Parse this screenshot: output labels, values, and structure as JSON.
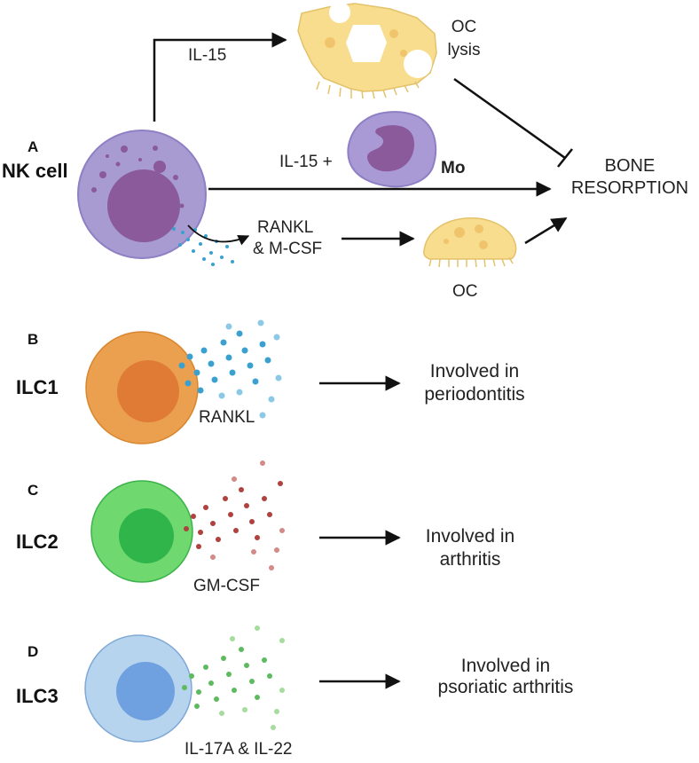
{
  "panels": {
    "A": {
      "letter": "A",
      "cell": "NK cell",
      "cytokine_top": "IL-15",
      "oc_lysis_line1": "OC",
      "oc_lysis_line2": "lysis",
      "il15_plus": "IL-15 +",
      "mo": "Mo",
      "bone_line1": "BONE",
      "bone_line2": "RESORPTION",
      "rankl_line1": "RANKL",
      "rankl_line2": "& M-CSF",
      "oc": "OC"
    },
    "B": {
      "letter": "B",
      "cell": "ILC1",
      "cytokine": "RANKL",
      "outcome_line1": "Involved in",
      "outcome_line2": "periodontitis"
    },
    "C": {
      "letter": "C",
      "cell": "ILC2",
      "cytokine": "GM-CSF",
      "outcome_line1": "Involved in",
      "outcome_line2": "arthritis"
    },
    "D": {
      "letter": "D",
      "cell": "ILC3",
      "cytokine": "IL-17A & IL-22",
      "outcome_line1": "Involved in",
      "outcome_line2": "psoriatic arthritis"
    }
  },
  "colors": {
    "nk_cell": "#a79bd1",
    "nk_nucleus": "#8a5a9b",
    "osteoclast": "#f8dd8f",
    "monocyte": "#a99ad6",
    "ilc1": "#eba050",
    "ilc1_nucleus": "#e07b35",
    "ilc2": "#6fd96f",
    "ilc2_nucleus": "#2fb54a",
    "ilc3": "#b7d4ef",
    "ilc3_nucleus": "#6fa1e0",
    "rankl_dots": "#3aa0d0",
    "gmcsf_dots": "#b0413e",
    "il17_dots": "#5dbb5d"
  }
}
